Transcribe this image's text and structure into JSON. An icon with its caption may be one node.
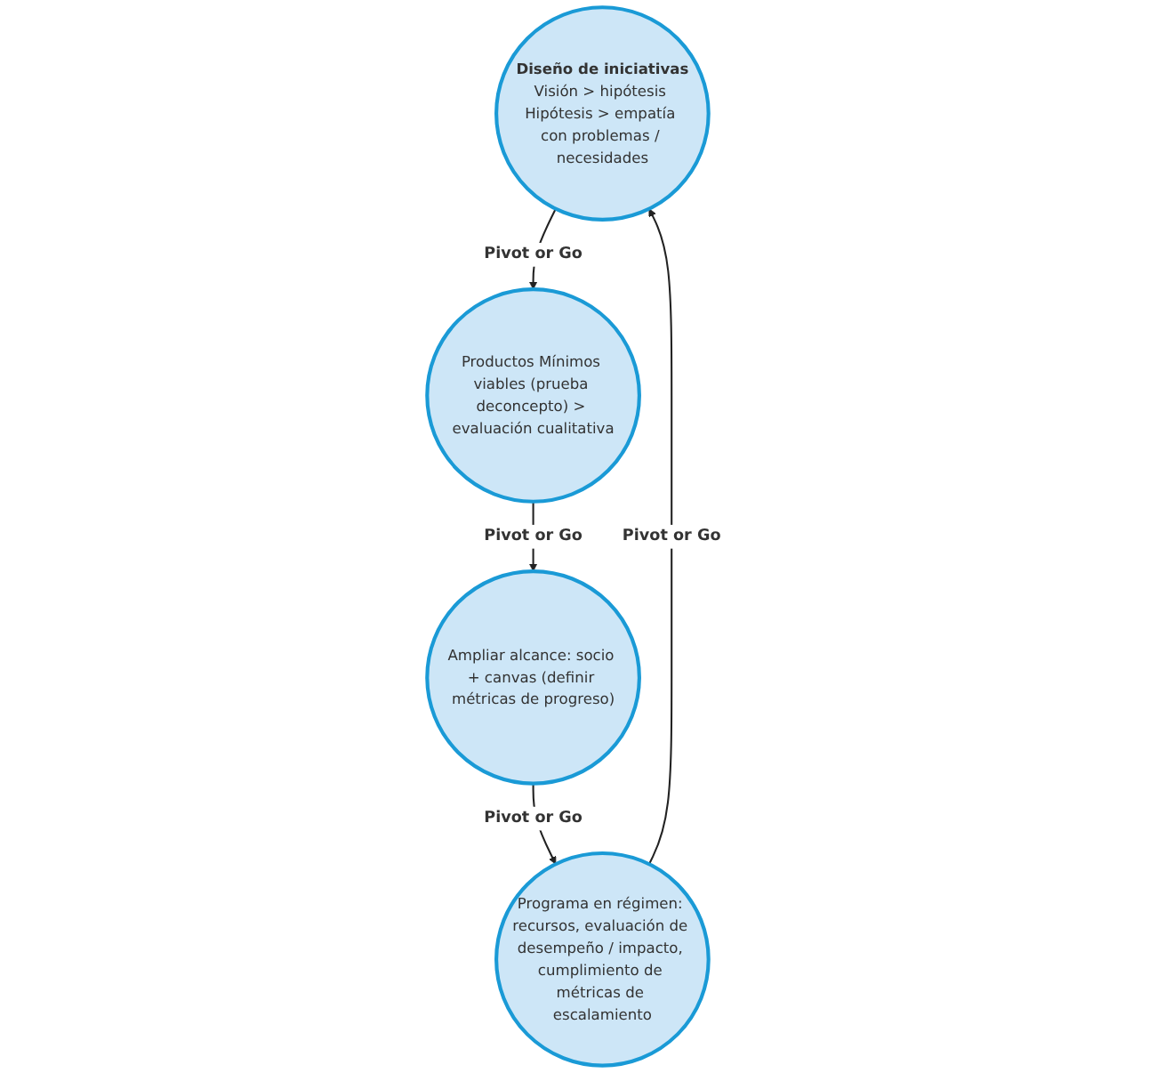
{
  "diagram": {
    "nodes": [
      {
        "text": [
          "Diseño de iniciativas",
          "Visión > hipótesis Hipótesis > empatía con problemas / necesidades"
        ]
      },
      {
        "text": [
          "Productos Mínimos viables (prueba deconcepto) > evaluación cualitativa"
        ]
      },
      {
        "text": [
          "Ampliar alcance: socio + canvas (definir métricas de progreso)"
        ]
      },
      {
        "text": [
          "Programa en régimen: recursos, evaluación de desempeño / impacto, cumplimiento de métricas de escalamiento"
        ]
      }
    ],
    "edges": [
      {
        "from": 0,
        "to": 1,
        "arrow": "to",
        "label": "Pivot or Go"
      },
      {
        "from": 1,
        "to": 2,
        "arrow": "to",
        "label": "Pivot or Go"
      },
      {
        "from": 2,
        "to": 3,
        "arrow": "to",
        "label": "Pivot or Go"
      },
      {
        "from": 3,
        "to": 0,
        "arrow": "to",
        "label": "Pivot or Go"
      }
    ]
  }
}
